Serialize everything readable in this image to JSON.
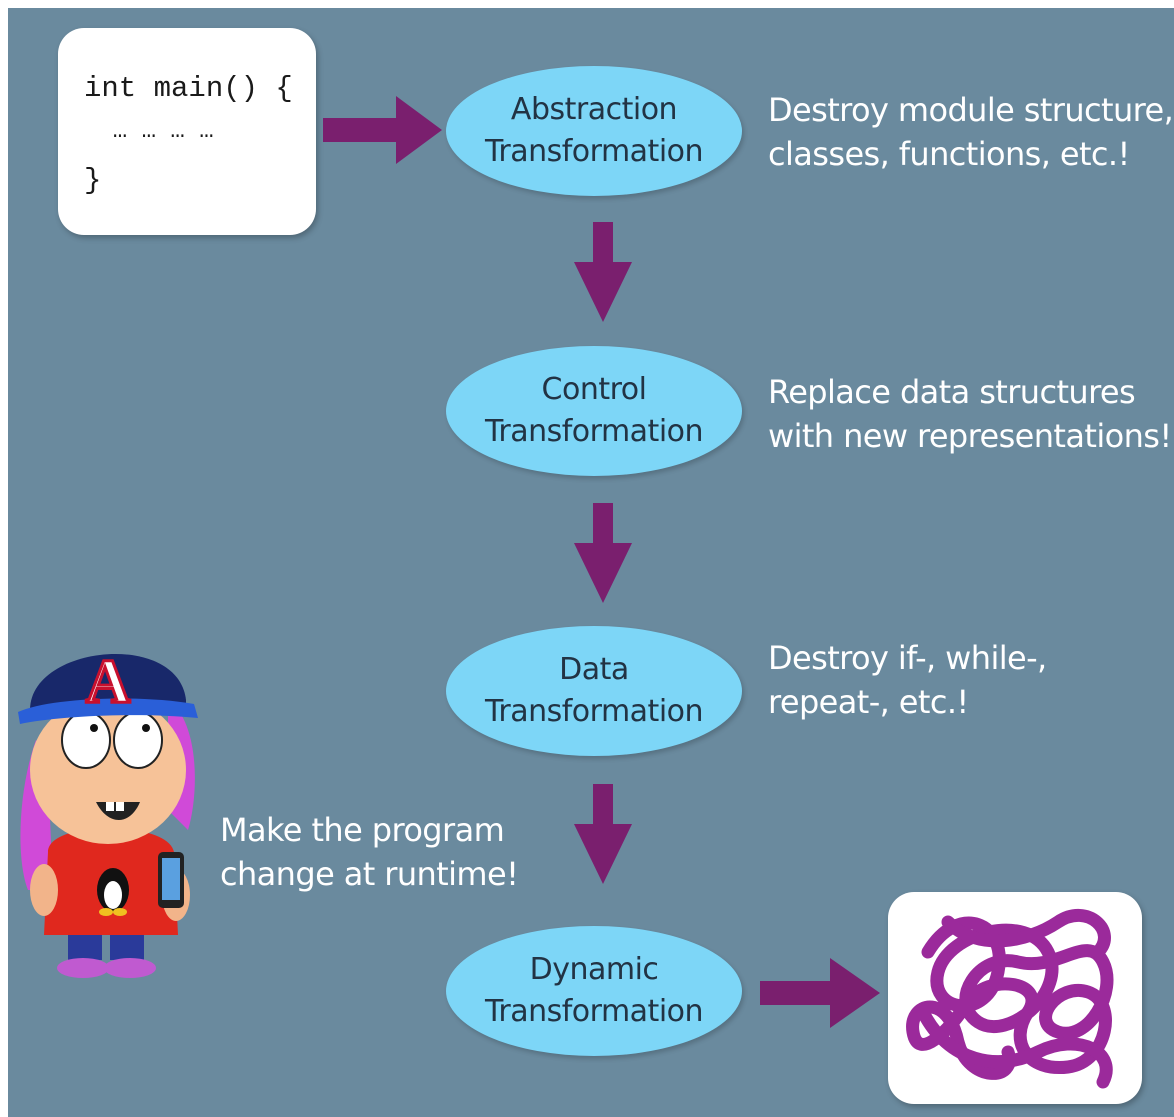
{
  "code": {
    "lines": [
      "int main() {",
      "  … … … …",
      "}"
    ]
  },
  "steps": [
    {
      "line1": "Abstraction",
      "line2": "Transformation"
    },
    {
      "line1": "Control",
      "line2": "Transformation"
    },
    {
      "line1": "Data",
      "line2": "Transformation"
    },
    {
      "line1": "Dynamic",
      "line2": "Transformation"
    }
  ],
  "descriptions": [
    {
      "line1": "Destroy module structure,",
      "line2": "classes, functions, etc.!"
    },
    {
      "line1": "Replace data structures",
      "line2": "with new representations!"
    },
    {
      "line1": "Destroy if-, while-,",
      "line2": "repeat-, etc.!"
    },
    {
      "line1": "Make the program",
      "line2": "change at runtime!"
    }
  ],
  "mascot": {
    "hat_letter": "A"
  },
  "colors": {
    "background": "#6a8a9e",
    "ellipse_fill": "#7dd6f7",
    "arrow": "#7a1f6e",
    "scribble": "#9b2a9b"
  }
}
